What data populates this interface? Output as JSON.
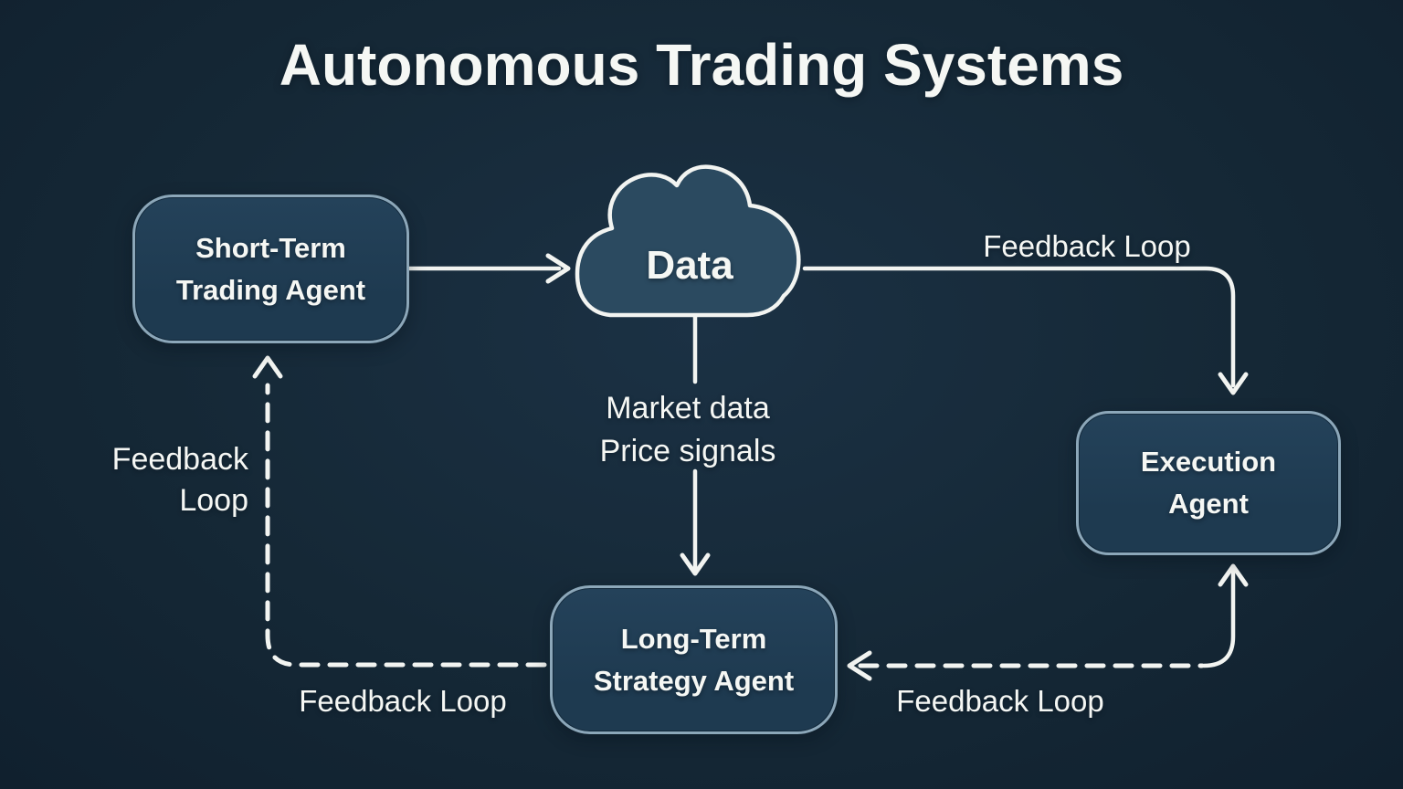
{
  "title": "Autonomous Trading Systems",
  "nodes": {
    "short_term": {
      "line1": "Short-Term",
      "line2": "Trading Agent"
    },
    "data_cloud": {
      "label": "Data"
    },
    "execution": {
      "line1": "Execution",
      "line2": "Agent"
    },
    "long_term": {
      "line1": "Long-Term",
      "line2": "Strategy Agent"
    }
  },
  "edge_labels": {
    "data_to_execution": "Feedback Loop",
    "data_to_long_term_line1": "Market data",
    "data_to_long_term_line2": "Price signals",
    "long_term_to_short_term_line1": "Feedback",
    "long_term_to_short_term_line2": "Loop",
    "long_term_to_short_term_bottom": "Feedback Loop",
    "execution_to_long_term": "Feedback Loop"
  },
  "colors": {
    "background": "#152836",
    "node_fill": "#1e3a50",
    "node_border": "#8ca7b9",
    "cloud_fill": "#2b4a60",
    "line": "#f2f4f1",
    "text": "#f5f7f4"
  }
}
